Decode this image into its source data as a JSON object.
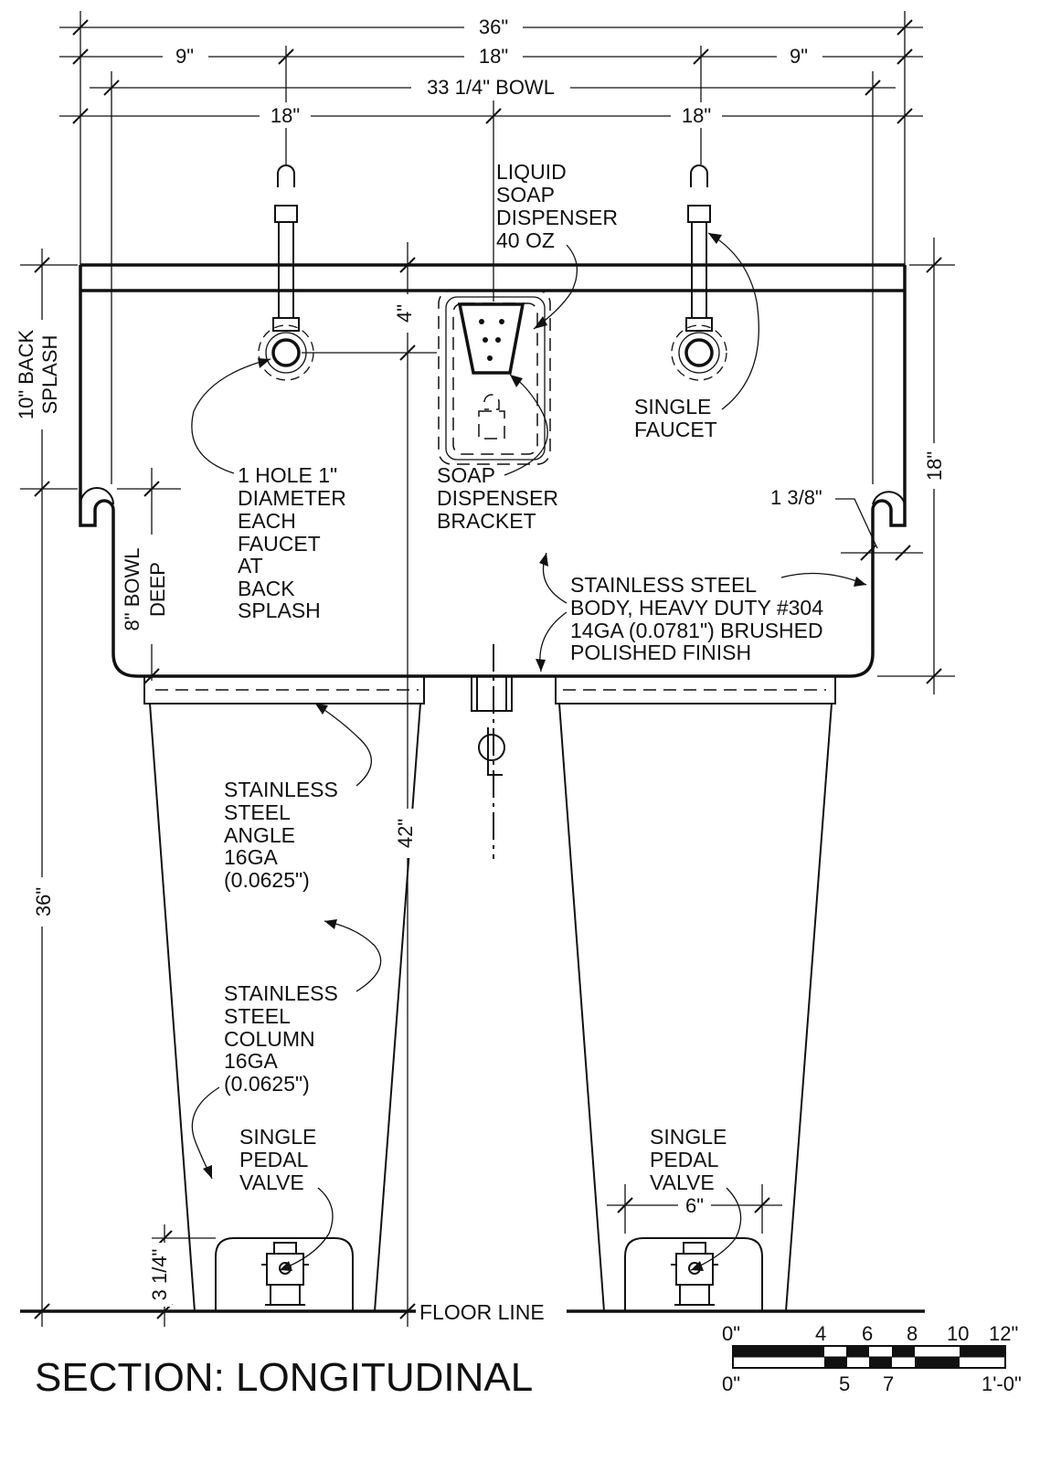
{
  "title": "SECTION: LONGITUDINAL",
  "dimensions": {
    "overall_width": "36\"",
    "left_offset": "9\"",
    "center_span": "18\"",
    "right_offset": "9\"",
    "bowl_width": "33 1/4\" BOWL",
    "faucet_span_left": "18\"",
    "faucet_span_right": "18\"",
    "back_splash": [
      "10\" BACK",
      "SPLASH"
    ],
    "soap_offset": "4\"",
    "right_height": "18\"",
    "rim_radius": "1 3/8\"",
    "bowl_depth": [
      "8\" BOWL",
      "DEEP"
    ],
    "total_height": "42\"",
    "floor_height": "36\"",
    "toe_height": "3 1/4\"",
    "pedal_width": "6\""
  },
  "labels": {
    "liquid_soap": [
      "LIQUID",
      "SOAP",
      "DISPENSER",
      "40 OZ"
    ],
    "single_faucet": [
      "SINGLE",
      "FAUCET"
    ],
    "hole": [
      "1 HOLE 1\"",
      "DIAMETER",
      "EACH",
      "FAUCET",
      "AT",
      "BACK",
      "SPLASH"
    ],
    "soap_bracket": [
      "SOAP",
      "DISPENSER",
      "BRACKET"
    ],
    "body": [
      "STAINLESS STEEL",
      "BODY, HEAVY DUTY #304",
      "14GA (0.0781\") BRUSHED",
      "POLISHED FINISH"
    ],
    "angle": [
      "STAINLESS",
      "STEEL",
      "ANGLE",
      "16GA",
      "(0.0625\")"
    ],
    "column": [
      "STAINLESS",
      "STEEL",
      "COLUMN",
      "16GA",
      "(0.0625\")"
    ],
    "pedal_left": [
      "SINGLE",
      "PEDAL",
      "VALVE"
    ],
    "pedal_right": [
      "SINGLE",
      "PEDAL",
      "VALVE"
    ],
    "floor_line": "FLOOR LINE"
  },
  "scale_bar": {
    "top_labels": [
      "0\"",
      "4",
      "6",
      "8",
      "10",
      "12\""
    ],
    "bottom_labels": [
      "0\"",
      "5",
      "7",
      "1'-0\""
    ]
  }
}
